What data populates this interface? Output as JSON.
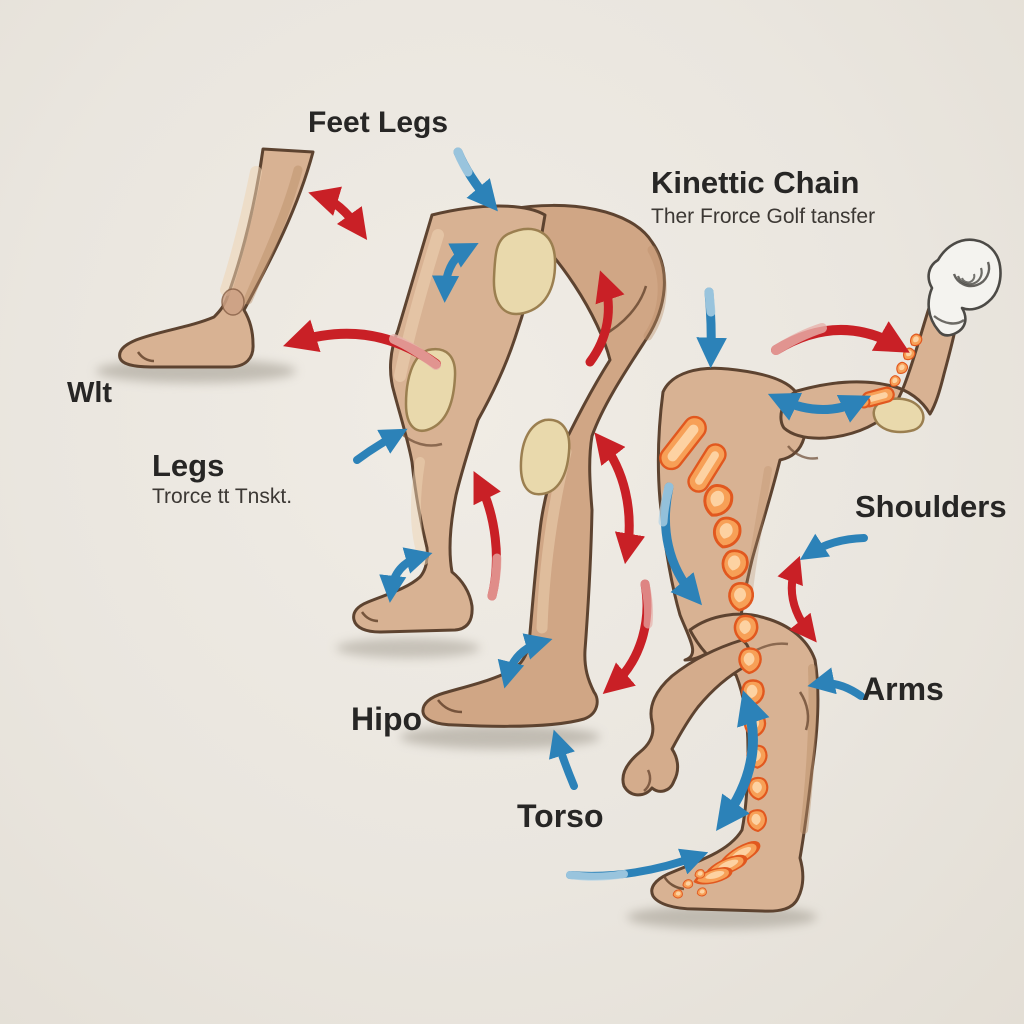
{
  "title": {
    "text": "Kinettic Chain",
    "subtitle": "Ther Frorce Golf tansfer"
  },
  "labels": {
    "feet_legs": "Feet Legs",
    "wlt": "Wlt",
    "legs": "Legs",
    "legs_subtitle": "Trorce tt Tnskt.",
    "hipo": "Hipo",
    "torso": "Torso",
    "shoulders": "Shoulders",
    "arms": "Arms"
  },
  "figures": {
    "left": "lower-leg-and-foot-illustration",
    "middle": "flexed-legs-with-knee-pads-illustration",
    "right": "bent-torso-with-highlighted-spine-and-gloved-fist-illustration"
  },
  "colors": {
    "background": "#eae6df",
    "text": "#272625",
    "arrow_red": "#c92026",
    "arrow_blue": "#2c82b8",
    "spine_orange": "#f7a057",
    "spine_outline": "#e1581f",
    "skin": "#d8b293",
    "skin_outline": "#5d4330",
    "bone_pad": "#e9d9ac",
    "glove_white": "#f4f3ef"
  }
}
